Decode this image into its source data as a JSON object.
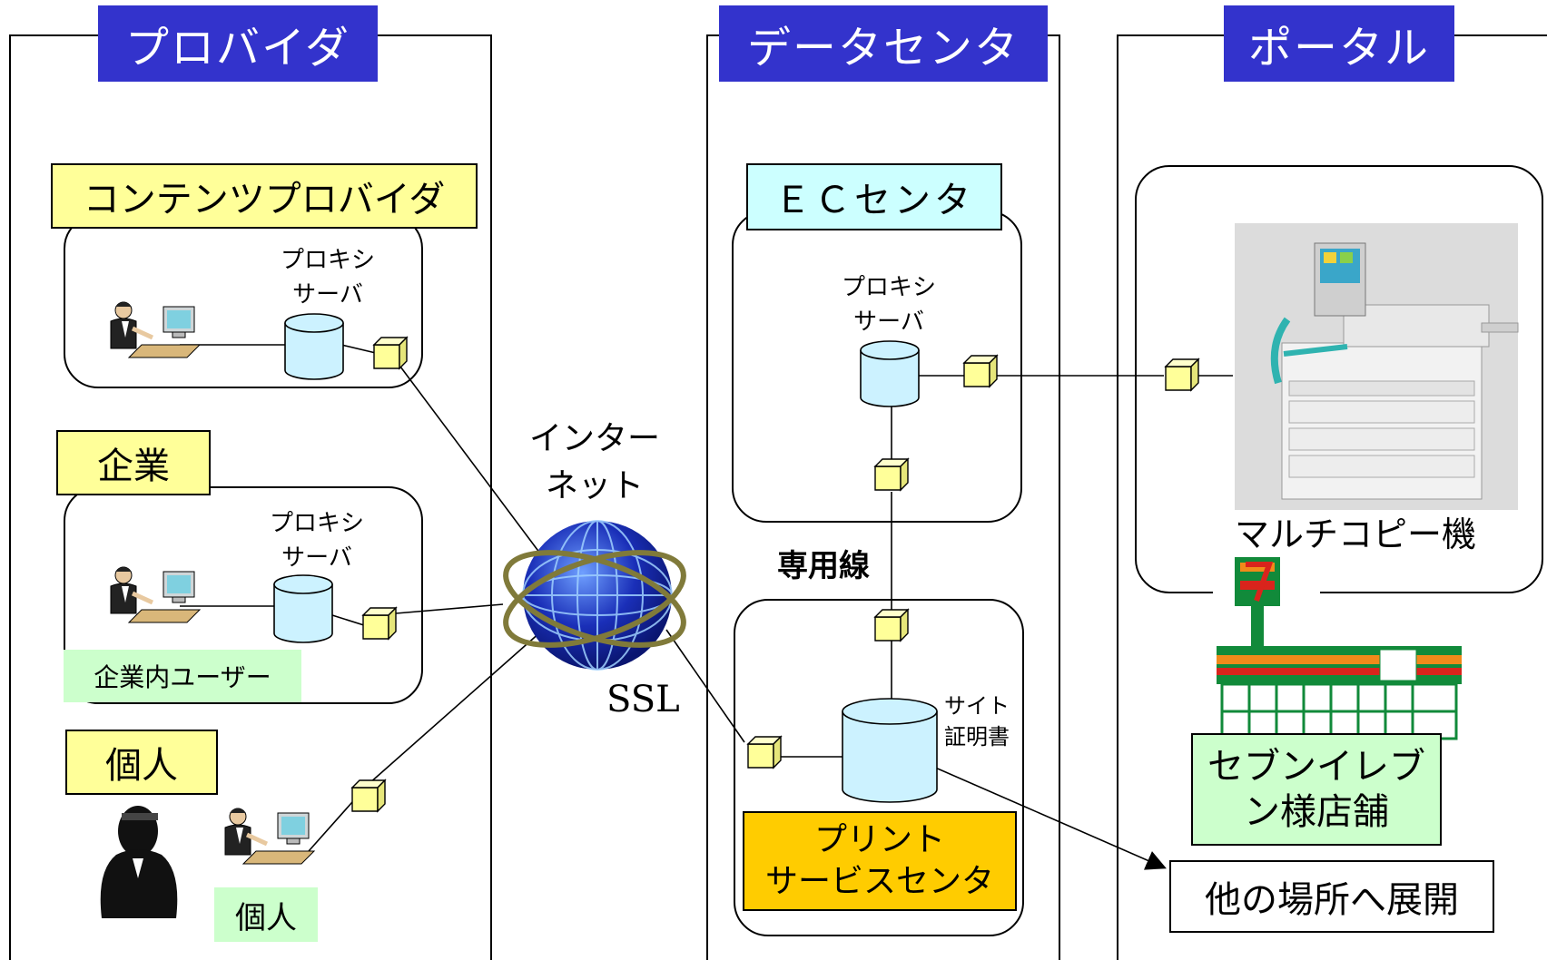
{
  "columns": {
    "provider": "プロバイダ",
    "datacenter": "データセンタ",
    "portal": "ポータル"
  },
  "provider": {
    "content_provider": {
      "title": "コンテンツプロバイダ",
      "proxy_line1": "プロキシ",
      "proxy_line2": "サーバ"
    },
    "enterprise": {
      "title": "企業",
      "proxy_line1": "プロキシ",
      "proxy_line2": "サーバ",
      "user_label": "企業内ユーザー"
    },
    "individual": {
      "title": "個人",
      "user_label": "個人"
    }
  },
  "internet": {
    "line1": "インター",
    "line2": "ネット",
    "ssl": "SSL"
  },
  "datacenter": {
    "ec_center": {
      "title": "ＥＣセンタ",
      "proxy_line1": "プロキシ",
      "proxy_line2": "サーバ"
    },
    "dedicated_line": "専用線",
    "print_center": {
      "cert_line1": "サイト",
      "cert_line2": "証明書",
      "title_line1": "プリント",
      "title_line2": "サービスセンタ"
    }
  },
  "portal": {
    "copier_label": "マルチコピー機",
    "store_line1": "セブンイレブ",
    "store_line2": "ン様店舗",
    "expand_label": "他の場所へ展開"
  },
  "colors": {
    "title_blue": "#3333cc",
    "label_yellow": "#ffff99",
    "label_cyan": "#ccffff",
    "label_green": "#ccffcc",
    "label_orange": "#ffcc00",
    "globe_blue": "#1a2fb8",
    "ring_olive": "#807a3a"
  },
  "icons": [
    "person-at-computer-icon",
    "database-cylinder-icon",
    "cube-connector-icon",
    "globe-icon",
    "copier-machine-icon",
    "convenience-store-icon",
    "silhouette-person-icon"
  ]
}
